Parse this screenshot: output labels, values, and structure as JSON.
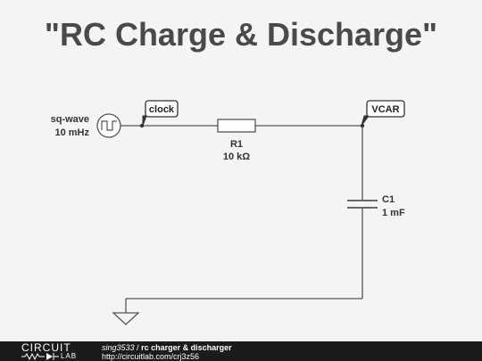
{
  "title": "\"RC Charge & Discharge\"",
  "source": {
    "name": "sq-wave",
    "freq": "10 mHz"
  },
  "resistor": {
    "name": "R1",
    "value": "10 kΩ"
  },
  "capacitor": {
    "name": "C1",
    "value": "1 mF"
  },
  "nodes": {
    "clock": "clock",
    "vcar": "VCAR"
  },
  "footer": {
    "logo_top": "CIRCUIT",
    "logo_bottom": "LAB",
    "user": "sing3533",
    "separator": " / ",
    "project": "rc charger & discharger",
    "url": "http://circuitlab.com/crj3z56"
  },
  "colors": {
    "wire": "#555555",
    "background": "#f4f4f4",
    "footer": "#1b1b1b",
    "title": "#4a4a4a"
  }
}
